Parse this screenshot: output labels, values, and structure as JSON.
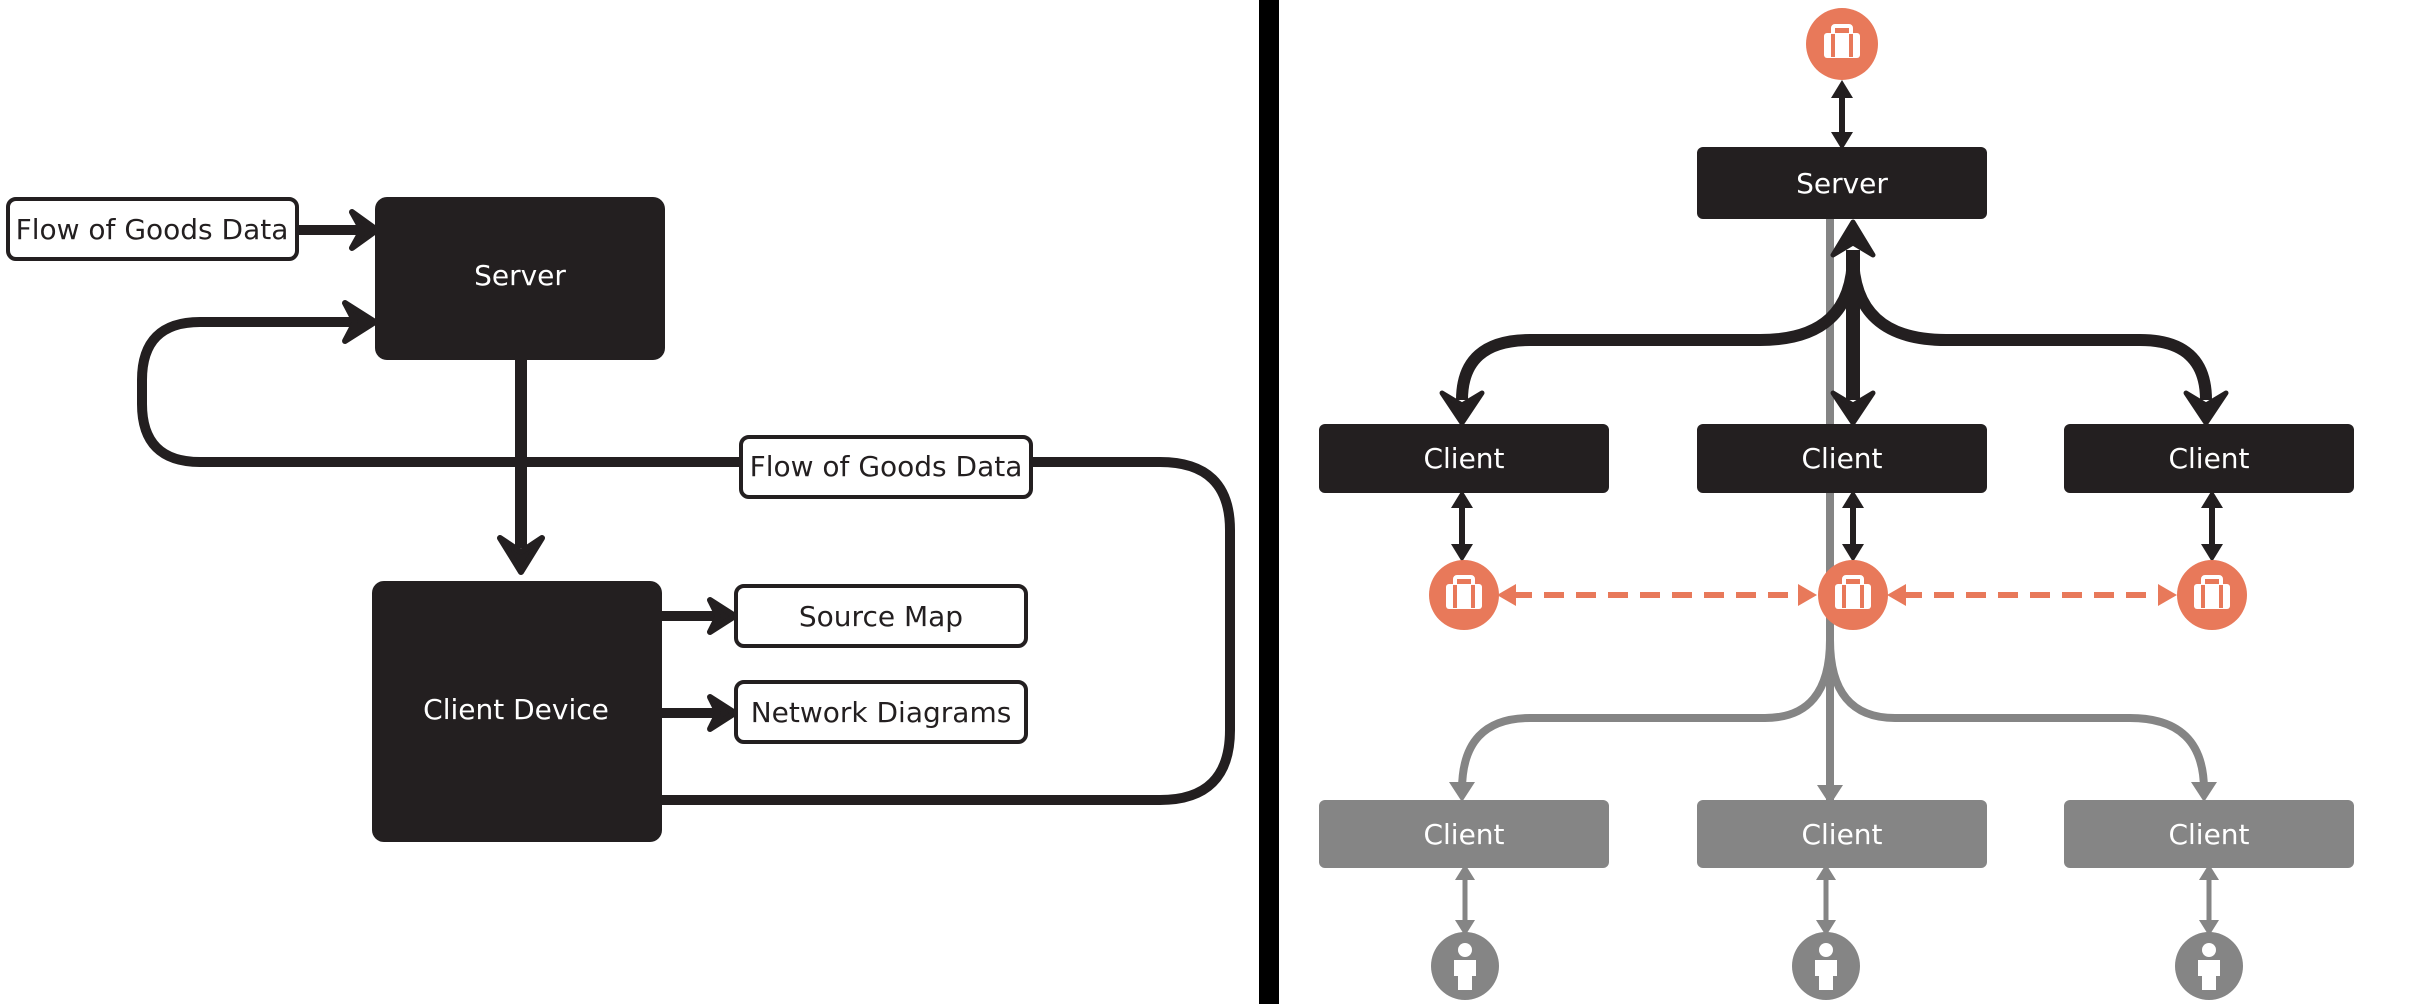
{
  "colors": {
    "dark": "#231f20",
    "gray": "#858585",
    "orange": "#e8795a",
    "white": "#ffffff"
  },
  "left": {
    "flow_label_top": "Flow of Goods Data",
    "server": "Server",
    "flow_label_loop": "Flow of Goods Data",
    "client_device": "Client Device",
    "source_map": "Source Map",
    "network_diagrams": "Network Diagrams"
  },
  "right": {
    "server": "Server",
    "clients_top": [
      "Client",
      "Client",
      "Client"
    ],
    "clients_bottom": [
      "Client",
      "Client",
      "Client"
    ]
  },
  "icons": {
    "top": "briefcase-icon",
    "middle": [
      "briefcase-icon",
      "briefcase-icon",
      "briefcase-icon"
    ],
    "bottom": [
      "person-icon",
      "person-icon",
      "person-icon"
    ]
  }
}
